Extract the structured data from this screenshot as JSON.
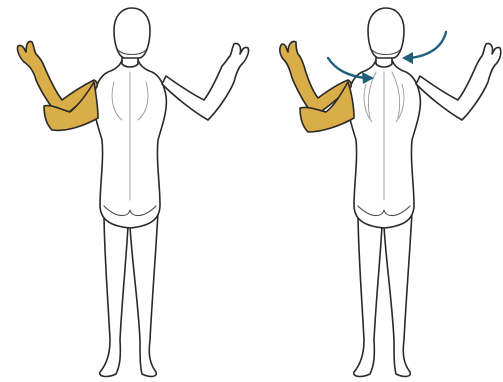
{
  "colors": {
    "highlight": "#d9ad48",
    "arrow": "#1f5f7a",
    "outline": "#2a2a2a"
  },
  "figures": [
    {
      "id": "figure-left",
      "highlighted_region": "right-arm",
      "arrows": 0
    },
    {
      "id": "figure-right",
      "highlighted_region": "right-arm",
      "arrows": 2
    }
  ]
}
